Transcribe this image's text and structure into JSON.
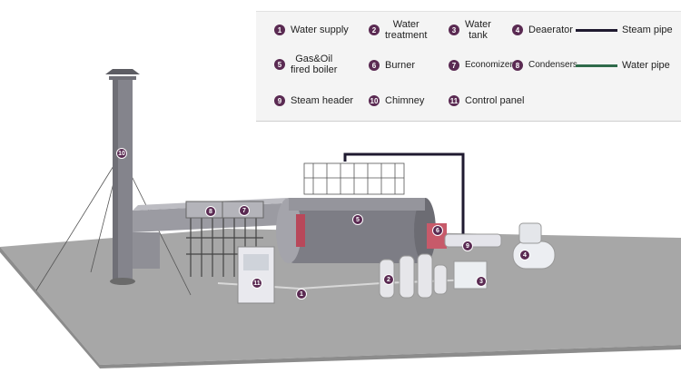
{
  "legend": {
    "items": [
      {
        "num": "1",
        "label": "Water supply"
      },
      {
        "num": "2",
        "label_line1": "Water",
        "label_line2": "treatment"
      },
      {
        "num": "3",
        "label_line1": "Water",
        "label_line2": "tank"
      },
      {
        "num": "4",
        "label": "Deaerator"
      },
      {
        "num": "5",
        "label_line1": "Gas&Oil",
        "label_line2": "fired boiler"
      },
      {
        "num": "6",
        "label": "Burner"
      },
      {
        "num": "7",
        "label": "Economizer"
      },
      {
        "num": "8",
        "label": "Condensers"
      },
      {
        "num": "9",
        "label": "Steam header"
      },
      {
        "num": "10",
        "label": "Chimney"
      },
      {
        "num": "11",
        "label": "Control panel"
      }
    ],
    "lines": [
      {
        "label": "Steam pipe",
        "color": "#1f1a30"
      },
      {
        "label": "Water pipe",
        "color": "#2f6b4a"
      }
    ]
  },
  "markers": [
    "1",
    "2",
    "3",
    "4",
    "5",
    "6",
    "7",
    "8",
    "9",
    "10",
    "11"
  ],
  "colors": {
    "accent": "#5a2a52",
    "floor": "#a9a9a9",
    "steel": "#8e8e96"
  }
}
